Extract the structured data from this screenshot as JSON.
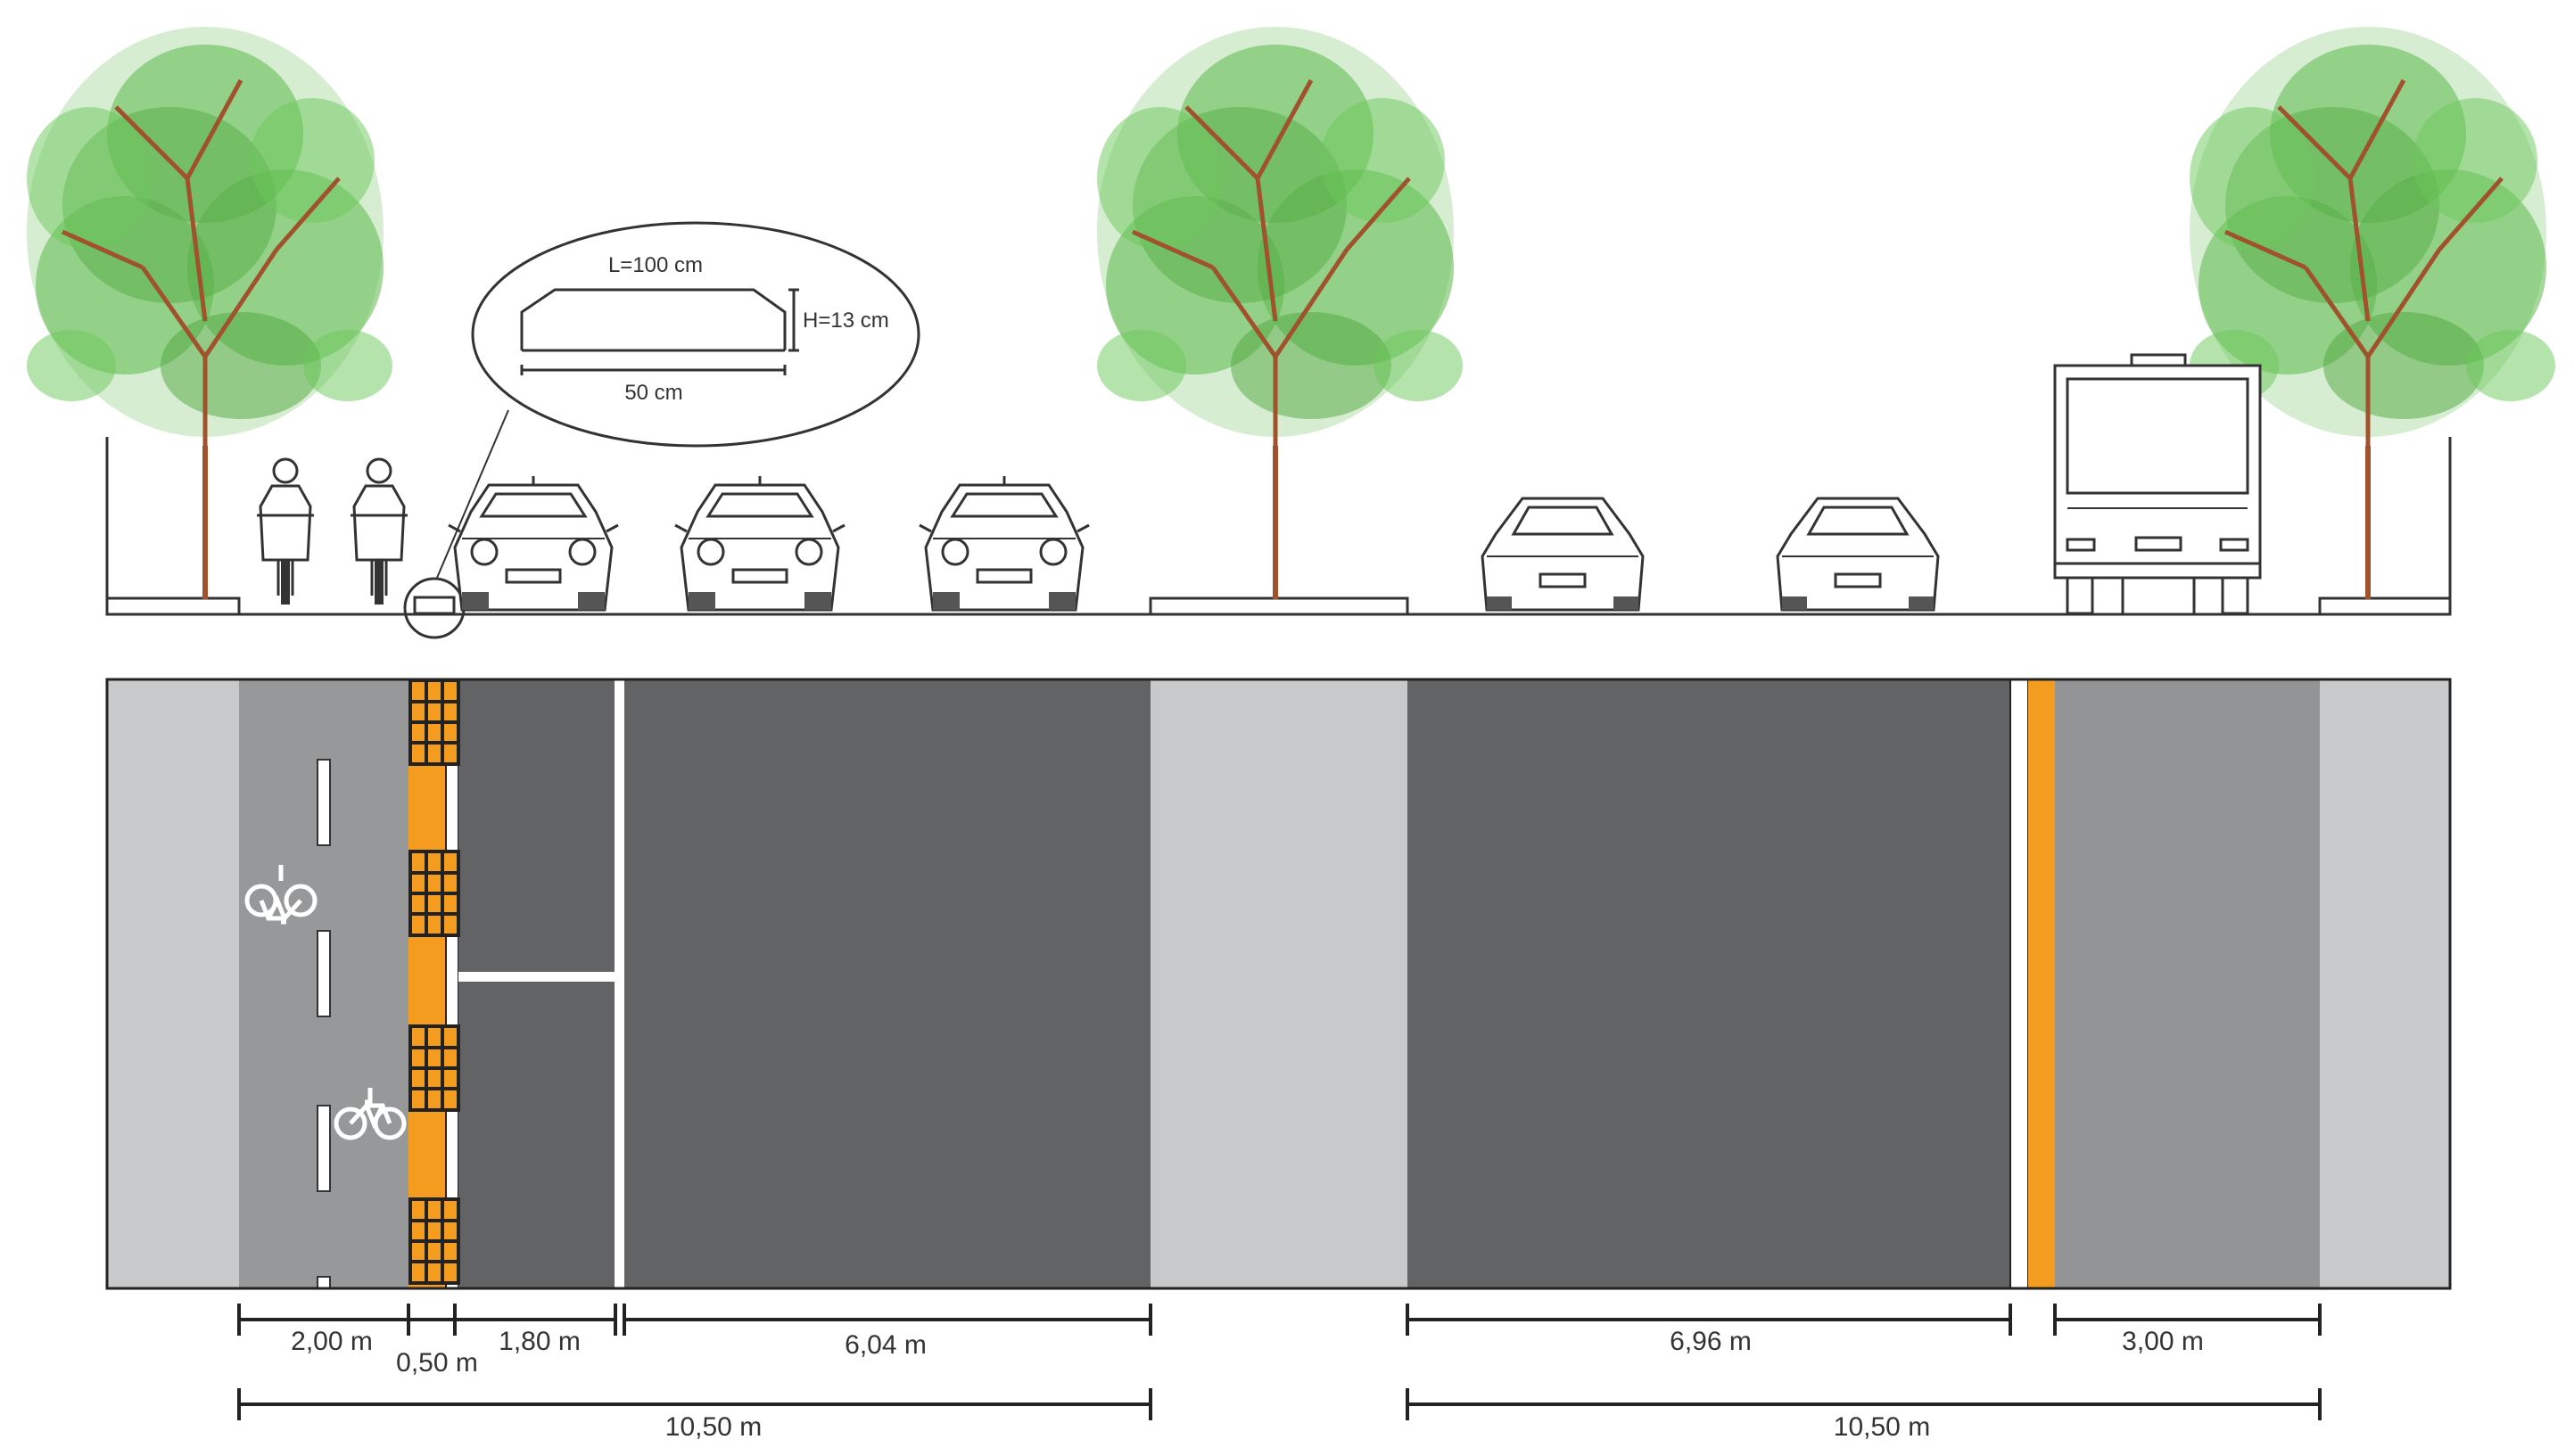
{
  "curb_detail": {
    "length_label": "L=100 cm",
    "height_label": "H=13 cm",
    "base_label": "50 cm"
  },
  "dimensions": {
    "bike_lane": "2,00 m",
    "separator": "0,50 m",
    "parking": "1,80 m",
    "roadway_left": "6,04 m",
    "roadway_right": "6,96 m",
    "bus_lane": "3,00 m",
    "total_left": "10,50 m",
    "total_right": "10,50 m"
  },
  "colors": {
    "tree_leaf": "#5cb84a",
    "tree_trunk": "#a0522d",
    "sidewalk": "#c8c9cb",
    "bike_lane": "#97989a",
    "roadway": "#626365",
    "bus_lane": "#939496",
    "separator_orange": "#f39c1f",
    "marking": "#ffffff",
    "outline": "#333333"
  }
}
